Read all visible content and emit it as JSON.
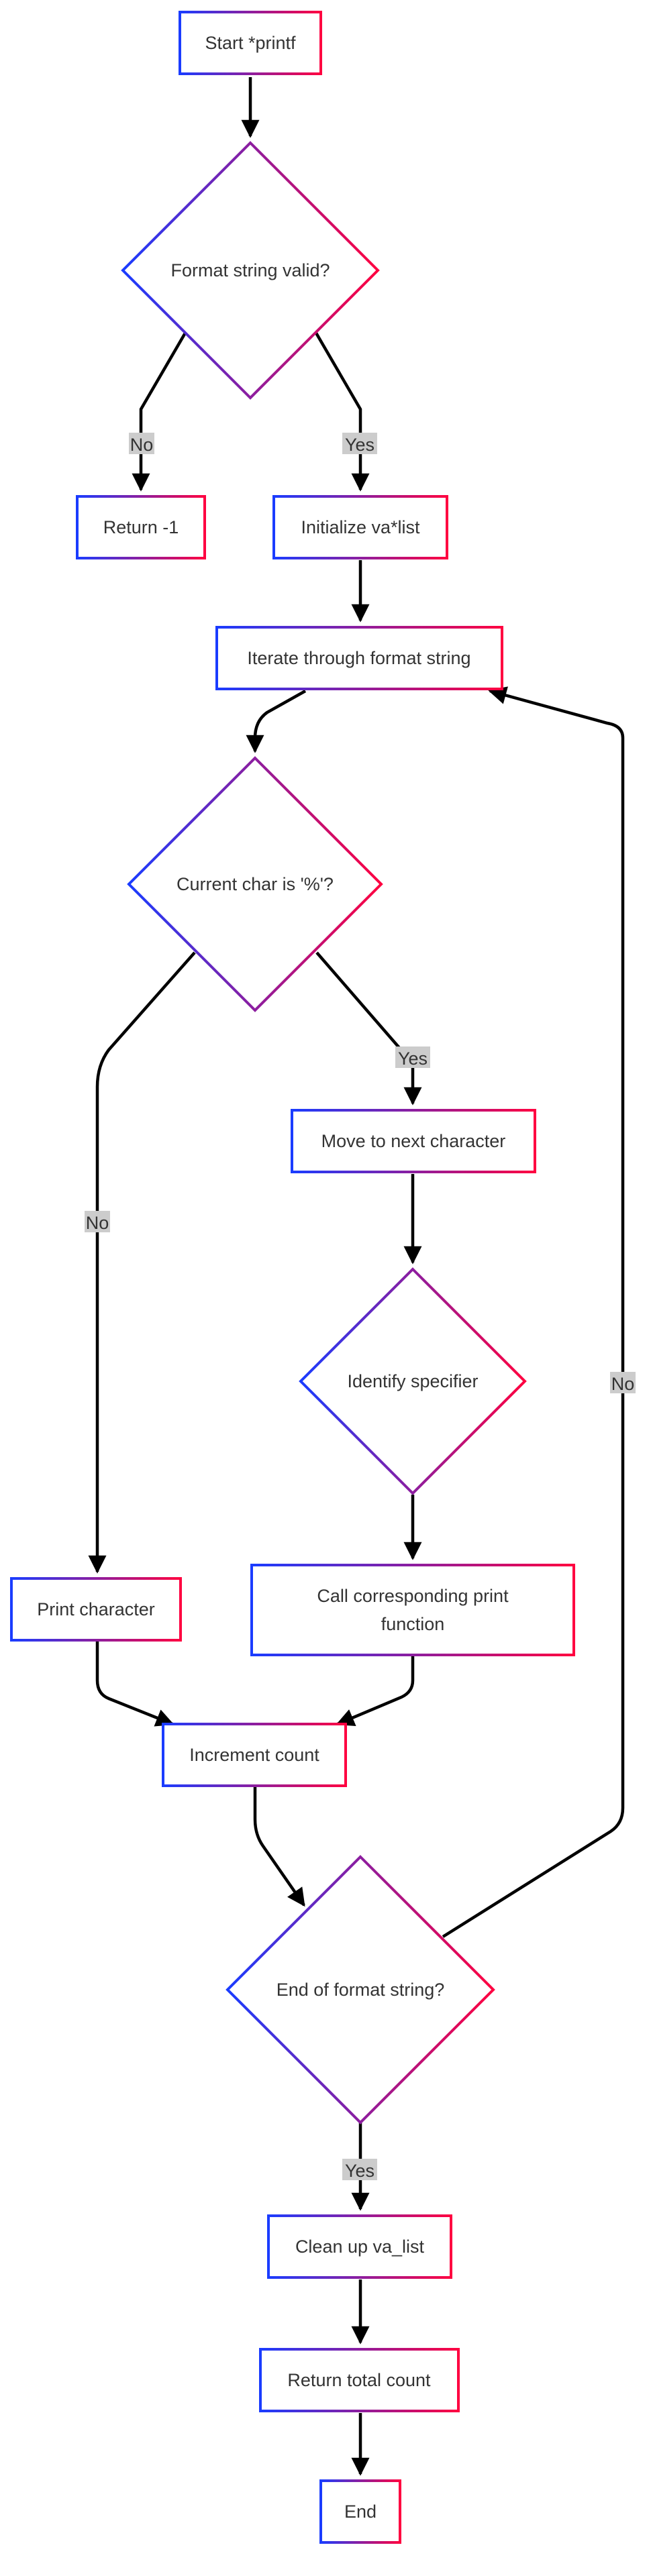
{
  "colors": {
    "gradient_start": "#1a3cff",
    "gradient_end": "#ff0040",
    "edge": "#000000",
    "label_bg": "#cccccc",
    "text": "#333333"
  },
  "nodes": {
    "start": "Start *printf",
    "format_valid": "Format string valid?",
    "return_neg1": "Return -1",
    "init_va_list": "Initialize va*list",
    "iterate": "Iterate through format string",
    "is_percent": "Current char is '%'?",
    "move_next": "Move to next character",
    "identify": "Identify specifier",
    "print_char": "Print character",
    "call_print_line1": "Call corresponding print",
    "call_print_line2": "function",
    "increment": "Increment count",
    "end_of_string": "End of format string?",
    "cleanup": "Clean up va_list",
    "return_count": "Return total count",
    "end": "End"
  },
  "edge_labels": {
    "invalid": "No",
    "valid": "Yes",
    "is_percent_yes": "Yes",
    "is_percent_no": "No",
    "end_yes": "Yes",
    "end_no": "No"
  }
}
